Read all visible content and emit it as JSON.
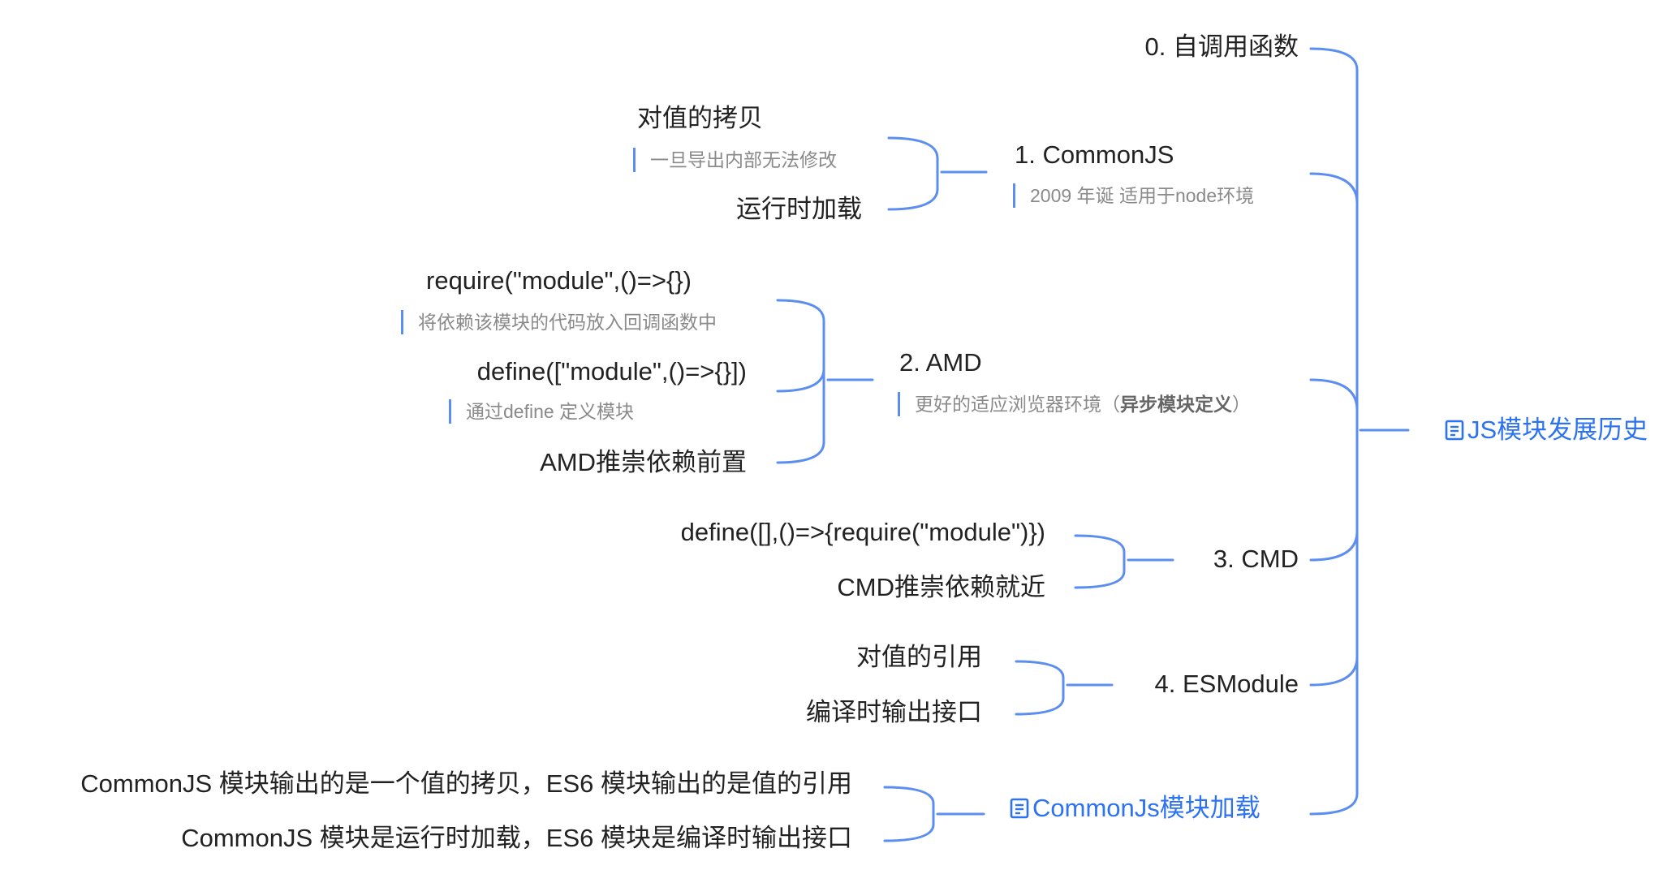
{
  "root": {
    "label": "JS模块发展历史",
    "icon": "document-icon"
  },
  "branches": {
    "b0": {
      "label": "0. 自调用函数"
    },
    "b1": {
      "label": "1. CommonJS",
      "note": "2009 年诞 适用于node环境",
      "children": [
        {
          "label": "对值的拷贝",
          "note": "一旦导出内部无法修改"
        },
        {
          "label": "运行时加载"
        }
      ]
    },
    "b2": {
      "label": "2. AMD",
      "note_plain": "更好的适应浏览器环境（",
      "note_bold": "异步模块定义",
      "note_end": "）",
      "children": [
        {
          "label": "require(\"module\",()=>{})",
          "note": "将依赖该模块的代码放入回调函数中"
        },
        {
          "label": "define([\"module\",()=>{}])",
          "note": "通过define 定义模块"
        },
        {
          "label": "AMD推崇依赖前置"
        }
      ]
    },
    "b3": {
      "label": "3. CMD",
      "children": [
        {
          "label": "define([],()=>{require(\"module\")})"
        },
        {
          "label": "CMD推崇依赖就近"
        }
      ]
    },
    "b4": {
      "label": "4. ESModule",
      "children": [
        {
          "label": "对值的引用"
        },
        {
          "label": "编译时输出接口"
        }
      ]
    },
    "b5": {
      "label": "CommonJs模块加载",
      "icon": "document-icon",
      "children": [
        {
          "label": "CommonJS 模块输出的是一个值的拷贝，ES6 模块输出的是值的引用"
        },
        {
          "label": "CommonJS 模块是运行时加载，ES6 模块是编译时输出接口"
        }
      ]
    }
  },
  "colors": {
    "line": "#5b8ef0",
    "link": "#2d72f0",
    "text": "#222222",
    "note": "#8a8a8a"
  }
}
